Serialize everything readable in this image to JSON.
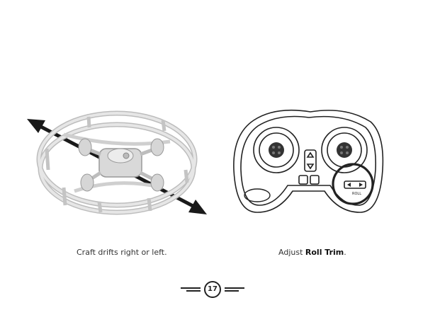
{
  "captions": {
    "left": "Craft drifts right or left.",
    "right_prefix": "Adjust ",
    "right_bold": "Roll Trim",
    "right_suffix": "."
  },
  "remote": {
    "roll_label": "ROLL"
  },
  "footer": {
    "page_number": "17"
  },
  "colors": {
    "line_art": "#222222",
    "arrow": "#1a1a1a",
    "drone_body": "#d9d9d9"
  }
}
